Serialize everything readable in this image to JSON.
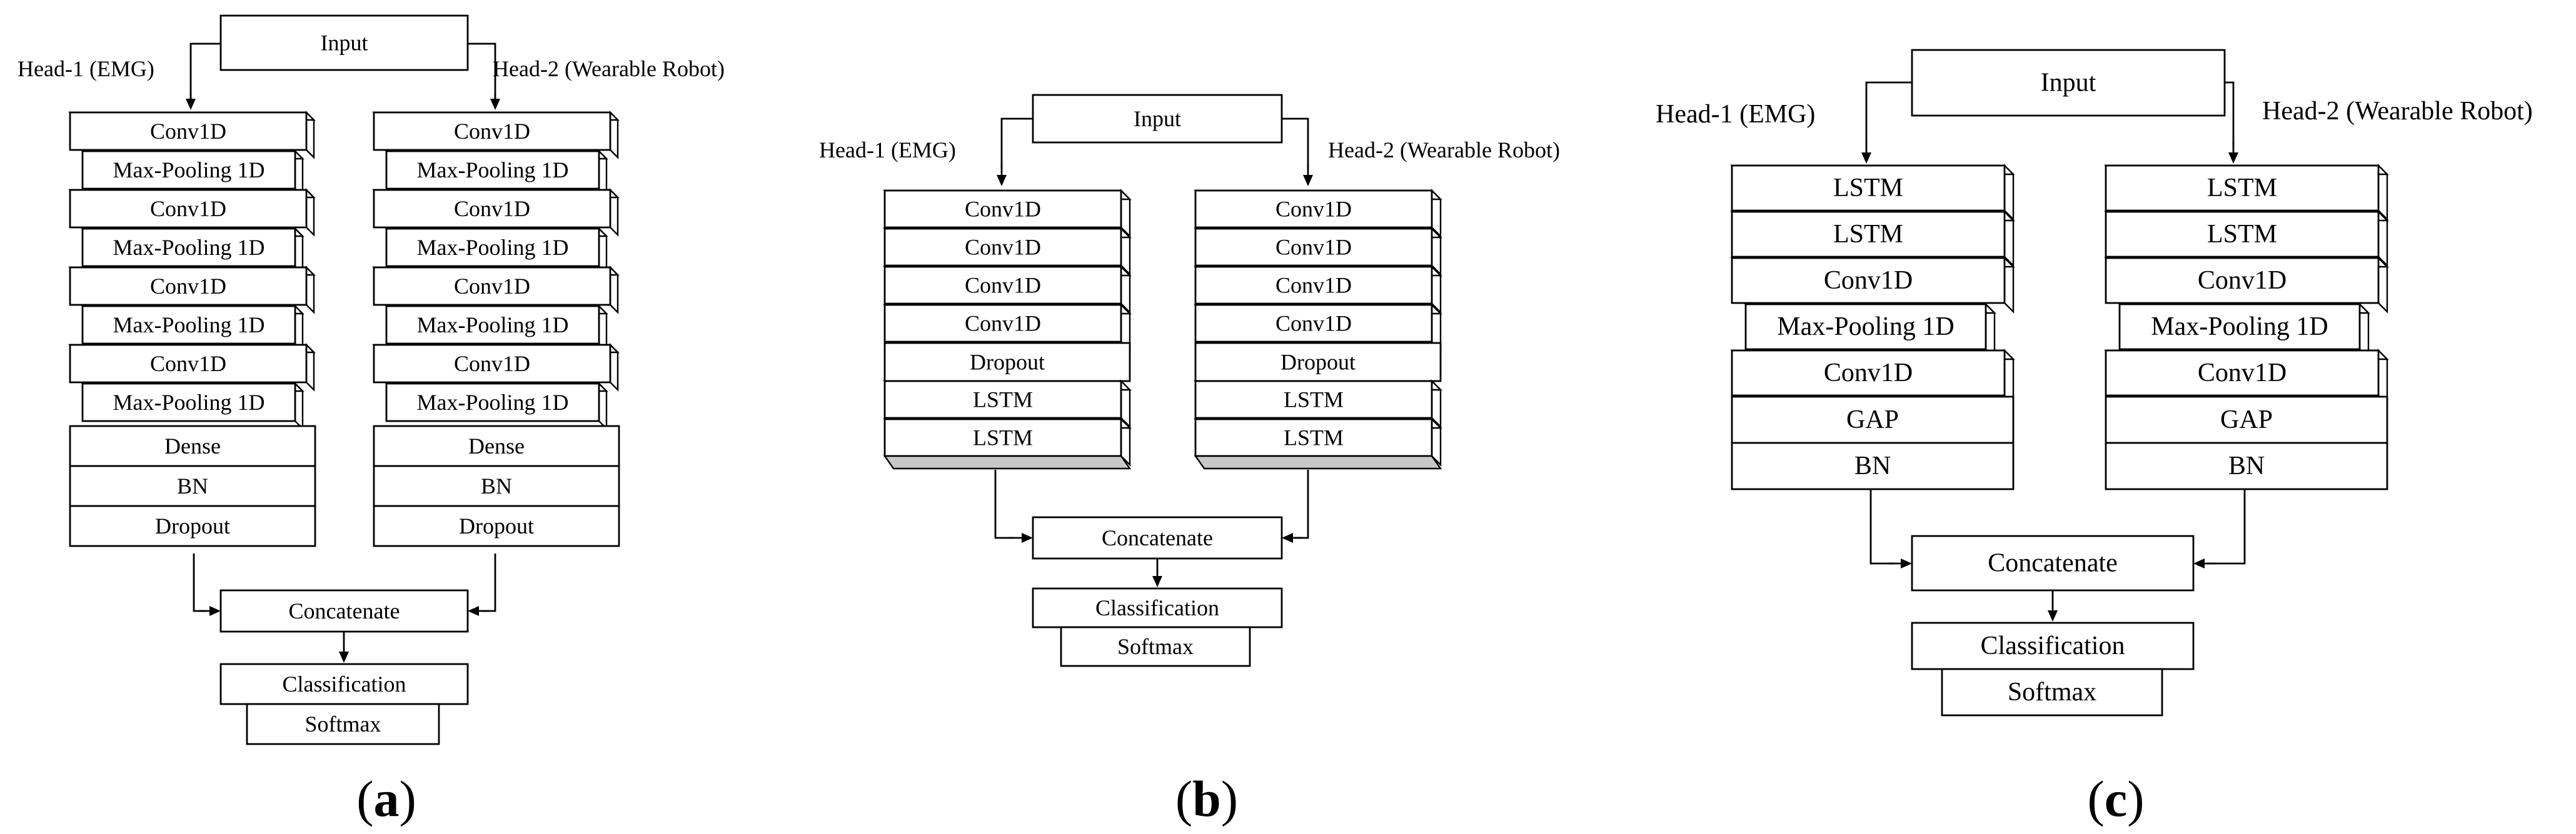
{
  "panels": [
    {
      "caption_letter": "a",
      "input": "Input",
      "head1_label": "Head-1 (EMG)",
      "head2_label": "Head-2 (Wearable Robot)",
      "head1_layers": [
        "Conv1D",
        "Max-Pooling 1D",
        "Conv1D",
        "Max-Pooling 1D",
        "Conv1D",
        "Max-Pooling 1D",
        "Conv1D",
        "Max-Pooling 1D",
        "Dense",
        "BN",
        "Dropout"
      ],
      "head2_layers": [
        "Conv1D",
        "Max-Pooling 1D",
        "Conv1D",
        "Max-Pooling 1D",
        "Conv1D",
        "Max-Pooling 1D",
        "Conv1D",
        "Max-Pooling 1D",
        "Dense",
        "BN",
        "Dropout"
      ],
      "concatenate": "Concatenate",
      "classification": "Classification",
      "softmax": "Softmax"
    },
    {
      "caption_letter": "b",
      "input": "Input",
      "head1_label": "Head-1 (EMG)",
      "head2_label": "Head-2 (Wearable Robot)",
      "head1_layers": [
        "Conv1D",
        "Conv1D",
        "Conv1D",
        "Conv1D",
        "Dropout",
        "LSTM",
        "LSTM"
      ],
      "head2_layers": [
        "Conv1D",
        "Conv1D",
        "Conv1D",
        "Conv1D",
        "Dropout",
        "LSTM",
        "LSTM"
      ],
      "concatenate": "Concatenate",
      "classification": "Classification",
      "softmax": "Softmax"
    },
    {
      "caption_letter": "c",
      "input": "Input",
      "head1_label": "Head-1 (EMG)",
      "head2_label": "Head-2 (Wearable Robot)",
      "head1_layers": [
        "LSTM",
        "LSTM",
        "Conv1D",
        "Max-Pooling 1D",
        "Conv1D",
        "GAP",
        "BN"
      ],
      "head2_layers": [
        "LSTM",
        "LSTM",
        "Conv1D",
        "Max-Pooling 1D",
        "Conv1D",
        "GAP",
        "BN"
      ],
      "concatenate": "Concatenate",
      "classification": "Classification",
      "softmax": "Softmax"
    }
  ]
}
